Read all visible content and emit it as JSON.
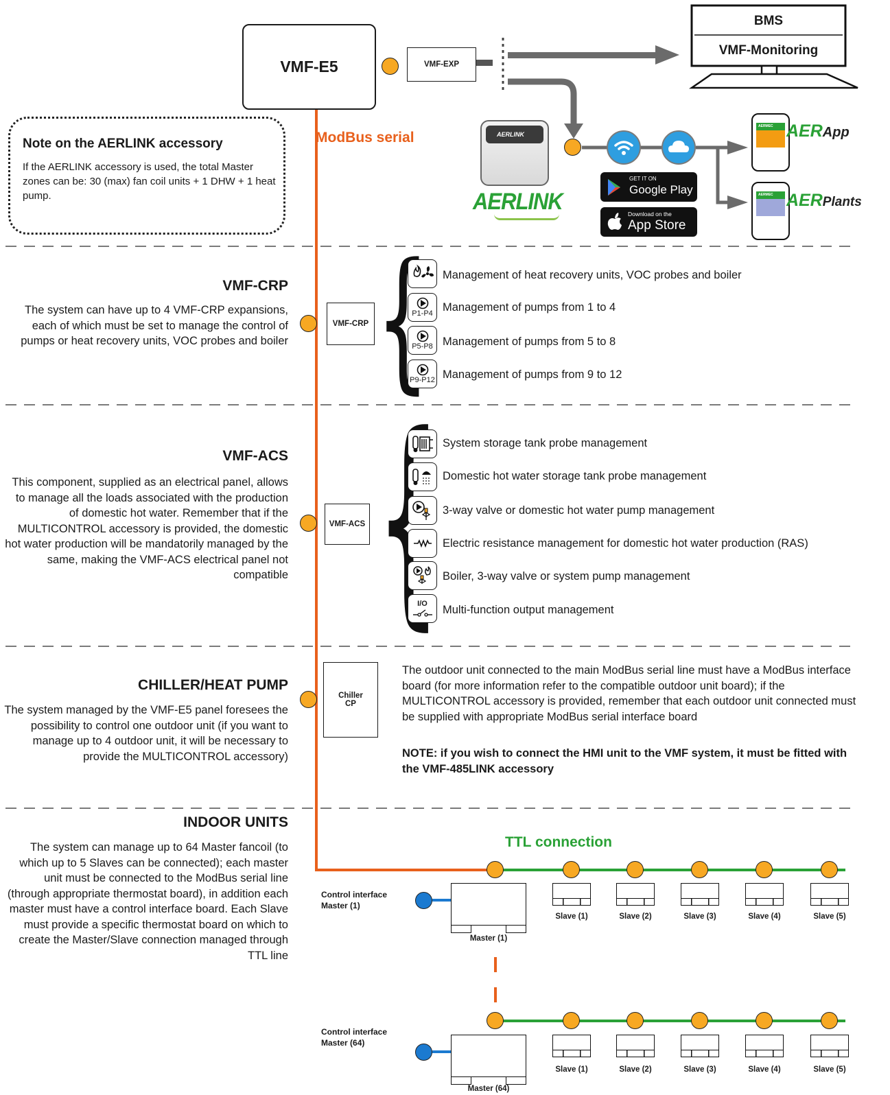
{
  "controller": {
    "name": "VMF-E5"
  },
  "expansion": {
    "name": "VMF-EXP"
  },
  "bms": {
    "line1": "BMS",
    "line2": "VMF-Monitoring"
  },
  "modbus_label": "ModBus serial",
  "note": {
    "title": "Note on the AERLINK accessory",
    "text": "If the AERLINK accessory is used, the total Master zones can be: 30 (max) fan coil units + 1 DHW + 1 heat pump."
  },
  "aerlink": {
    "logo": "AERLINK",
    "device_label": "AERLINK"
  },
  "stores": {
    "google_small": "GET IT ON",
    "google_big": "Google Play",
    "apple_small": "Download on the",
    "apple_big": "App Store"
  },
  "apps": {
    "app1_prefix": "AER",
    "app1_suffix": "App",
    "app2_prefix": "AER",
    "app2_suffix": "Plants",
    "phone_brand": "AERMEC"
  },
  "crp": {
    "title": "VMF-CRP",
    "text": "The system can have up to 4 VMF-CRP expansions, each of which must be set to manage the control of pumps or heat recovery units, VOC probes and boiler",
    "box": "VMF-CRP",
    "items": [
      {
        "icon": "fan-flame-icon",
        "badge": "",
        "text": "Management of heat recovery units, VOC probes and boiler"
      },
      {
        "icon": "pump-icon",
        "badge": "P1-P4",
        "text": "Management of pumps from 1 to 4"
      },
      {
        "icon": "pump-icon",
        "badge": "P5-P8",
        "text": "Management of pumps from 5 to 8"
      },
      {
        "icon": "pump-icon",
        "badge": "P9-P12",
        "text": "Management of pumps from 9 to 12"
      }
    ]
  },
  "acs": {
    "title": "VMF-ACS",
    "text": "This component, supplied as an electrical panel, allows to manage all the loads associated with the production of domestic hot water. Remember that if the MULTICONTROL accessory is provided, the domestic hot water production will be mandatorily managed by the same, making the VMF-ACS electrical panel not compatible",
    "box": "VMF-ACS",
    "items": [
      {
        "icon": "storage-tank-probe-icon",
        "badge": "",
        "text": "System storage tank probe management"
      },
      {
        "icon": "dhw-tank-probe-icon",
        "badge": "",
        "text": "Domestic hot water storage tank probe management"
      },
      {
        "icon": "valve-pump-icon",
        "badge": "",
        "text": "3-way valve or domestic hot water pump management"
      },
      {
        "icon": "resistance-icon",
        "badge": "",
        "text": "Electric resistance management for domestic hot water production (RAS)"
      },
      {
        "icon": "boiler-valve-icon",
        "badge": "",
        "text": "Boiler, 3-way valve or system pump management"
      },
      {
        "icon": "io-switch-icon",
        "badge": "I/O",
        "text": "Multi-function output management"
      }
    ]
  },
  "chiller": {
    "title": "CHILLER/HEAT PUMP",
    "text": "The system managed by the VMF-E5 panel foresees the possibility to control one outdoor unit (if you want to manage up to 4 outdoor unit, it will be necessary to provide the MULTICONTROL accessory)",
    "box_line1": "Chiller",
    "box_line2": "CP",
    "info": "The outdoor unit connected to the main ModBus serial line must have a ModBus interface board (for more information refer to the compatible outdoor unit board); if the MULTICONTROL accessory is provided, remember that each outdoor unit connected must be supplied with appropriate ModBus serial interface board",
    "note": "NOTE: if you wish to connect the HMI unit to the VMF system, it must be fitted with the VMF-485LINK accessory"
  },
  "indoor": {
    "title": "INDOOR UNITS",
    "text": "The system can manage up to 64 Master fancoil (to which up to 5 Slaves can be connected); each master unit must be connected to the ModBus serial line (through appropriate thermostat board), in addition each master must have a control interface board. Each Slave must provide a specific thermostat board on which to create the Master/Slave connection managed through TTL line",
    "ttl_label": "TTL connection",
    "groups": [
      {
        "control": "Control interface Master (1)",
        "master": "Master (1)",
        "slaves": [
          "Slave (1)",
          "Slave (2)",
          "Slave (3)",
          "Slave (4)",
          "Slave (5)"
        ]
      },
      {
        "control": "Control interface Master (64)",
        "master": "Master (64)",
        "slaves": [
          "Slave (1)",
          "Slave (2)",
          "Slave (3)",
          "Slave (4)",
          "Slave (5)"
        ]
      }
    ]
  },
  "colors": {
    "orange_line": "#e8601c",
    "green_line": "#2aa136",
    "node": "#f7a823",
    "blue_node": "#1b7ad0",
    "modbus_text": "#e8601c",
    "ttl_text": "#2aa136",
    "connector_grey": "#666666"
  }
}
